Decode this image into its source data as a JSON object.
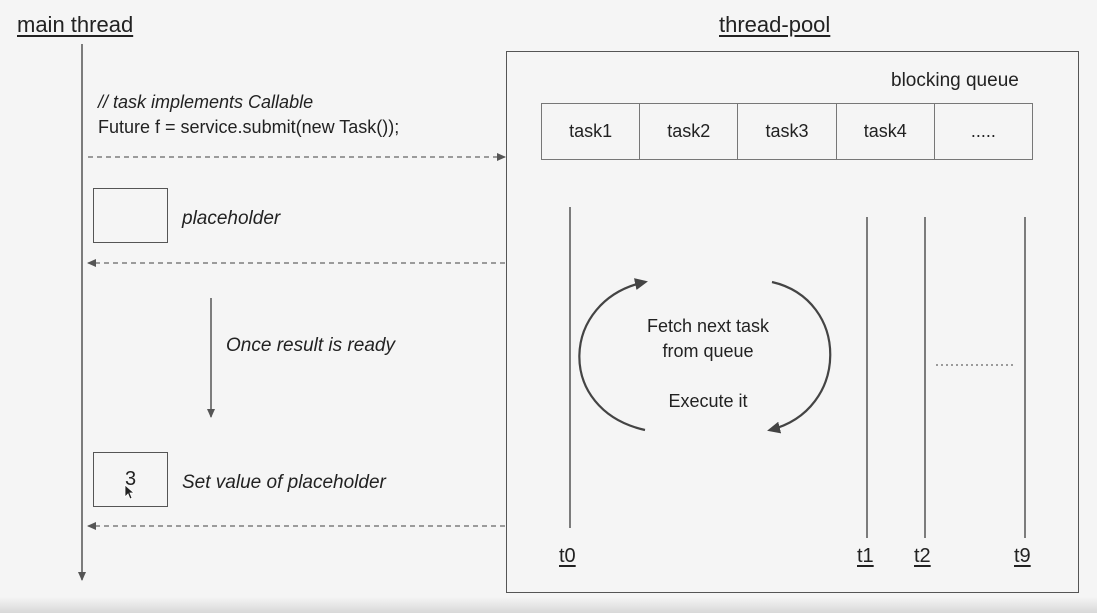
{
  "headings": {
    "main_thread": "main thread",
    "thread_pool": "thread-pool"
  },
  "code": {
    "comment": "// task implements Callable",
    "statement": "Future f =  service.submit(new Task());"
  },
  "placeholder_label": "placeholder",
  "once_ready_label": "Once result is ready",
  "placeholder_value": "3",
  "set_value_label": "Set value of placeholder",
  "blocking_queue": {
    "label": "blocking queue",
    "cells": [
      "task1",
      "task2",
      "task3",
      "task4",
      "....."
    ]
  },
  "cycle": {
    "line1": "Fetch next task",
    "line2": "from queue",
    "line3": "Execute it"
  },
  "threads": [
    "t0",
    "t1",
    "t2",
    "t9"
  ]
}
